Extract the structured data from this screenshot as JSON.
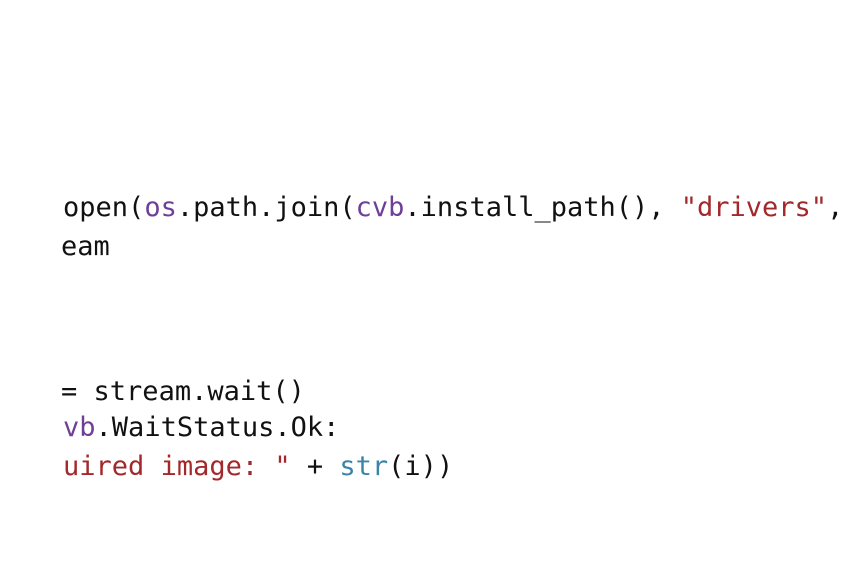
{
  "editor": {
    "lines": [
      {
        "tokens": [
          {
            "text": "open(",
            "kind": "plain"
          },
          {
            "text": "os",
            "kind": "mod"
          },
          {
            "text": ".path.join(",
            "kind": "plain"
          },
          {
            "text": "cvb",
            "kind": "mod"
          },
          {
            "text": ".install_path(), ",
            "kind": "plain"
          },
          {
            "text": "\"drivers\"",
            "kind": "str"
          },
          {
            "text": ", ",
            "kind": "plain"
          },
          {
            "text": "\"",
            "kind": "str"
          }
        ]
      },
      {
        "tokens": [
          {
            "text": "eam",
            "kind": "plain"
          }
        ]
      },
      {
        "tokens": [
          {
            "text": "= stream.wait()",
            "kind": "plain"
          }
        ]
      },
      {
        "tokens": [
          {
            "text": "vb",
            "kind": "mod"
          },
          {
            "text": ".WaitStatus.Ok:",
            "kind": "plain"
          }
        ]
      },
      {
        "tokens": [
          {
            "text": "uired image: \"",
            "kind": "str"
          },
          {
            "text": " + ",
            "kind": "plain"
          },
          {
            "text": "str",
            "kind": "builtin"
          },
          {
            "text": "(i))",
            "kind": "plain"
          }
        ]
      }
    ],
    "colors": {
      "background": "#ffffff",
      "text": "#111111",
      "module": "#6f3f98",
      "string": "#a3282b",
      "builtin": "#3b84a6"
    }
  }
}
